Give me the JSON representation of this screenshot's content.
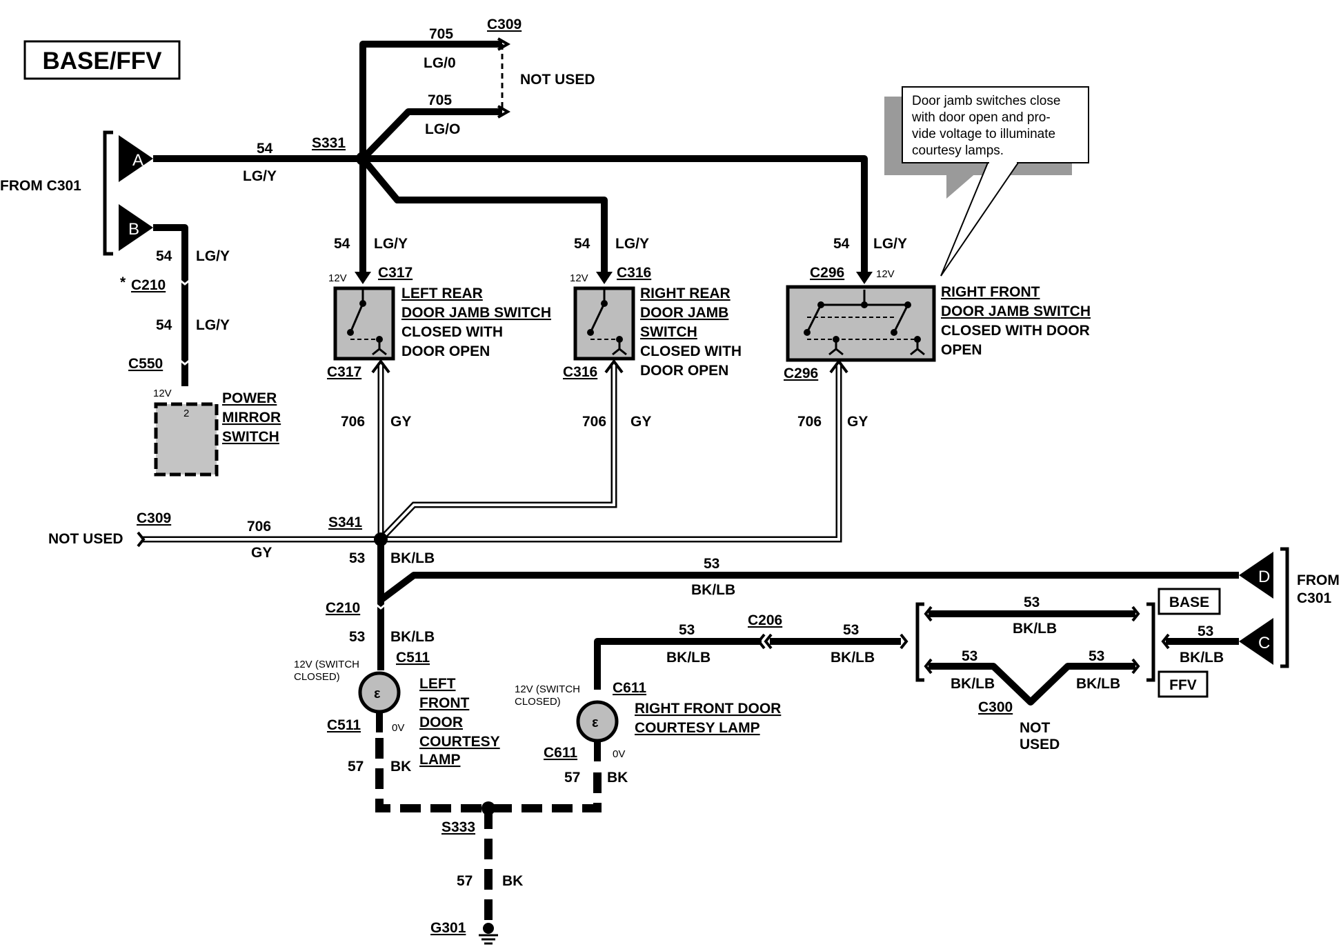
{
  "title": "BASE/FFV",
  "from_labels": {
    "left": "FROM C301",
    "right_line1": "FROM",
    "right_line2": "C301"
  },
  "terminals": [
    "A",
    "B",
    "C",
    "D"
  ],
  "variant_labels": {
    "base": "BASE",
    "ffv": "FFV"
  },
  "not_used": "NOT USED",
  "not_used_c300_line1": "NOT",
  "not_used_c300_line2": "USED",
  "note": {
    "lines": [
      "Door jamb switches close",
      "with door open and pro-",
      "vide voltage to illuminate",
      "courtesy lamps."
    ]
  },
  "wires": {
    "w54": "54",
    "lgy": "LG/Y",
    "w705": "705",
    "lgo_top": "LG/0",
    "lgo": "LG/O",
    "w706": "706",
    "gy": "GY",
    "w53": "53",
    "bklb": "BK/LB",
    "w57": "57",
    "bk": "BK"
  },
  "connectors": {
    "c309": "C309",
    "s331": "S331",
    "c210": "C210",
    "c210_star": "*",
    "c550": "C550",
    "c317": "C317",
    "c316": "C316",
    "c296": "C296",
    "s341": "S341",
    "c511": "C511",
    "c611": "C611",
    "c206": "C206",
    "c300": "C300",
    "s333": "S333",
    "g301": "G301"
  },
  "voltages": {
    "v12": "12V",
    "v0": "0V",
    "switch_closed_1": "12V (SWITCH",
    "switch_closed_2": "CLOSED)",
    "pin2": "2"
  },
  "components": {
    "power_mirror": [
      "POWER",
      "MIRROR",
      "SWITCH"
    ],
    "left_rear": [
      "LEFT REAR",
      "DOOR JAMB SWITCH",
      "CLOSED WITH",
      "DOOR OPEN"
    ],
    "right_rear": [
      "RIGHT REAR",
      "DOOR JAMB",
      "SWITCH",
      "CLOSED WITH",
      "DOOR OPEN"
    ],
    "right_front": [
      "RIGHT FRONT",
      "DOOR JAMB SWITCH",
      "CLOSED WITH DOOR",
      "OPEN"
    ],
    "left_front_lamp": [
      "LEFT",
      "FRONT",
      "DOOR",
      "COURTESY",
      "LAMP"
    ],
    "right_front_lamp": [
      "RIGHT FRONT DOOR",
      "COURTESY LAMP"
    ]
  }
}
